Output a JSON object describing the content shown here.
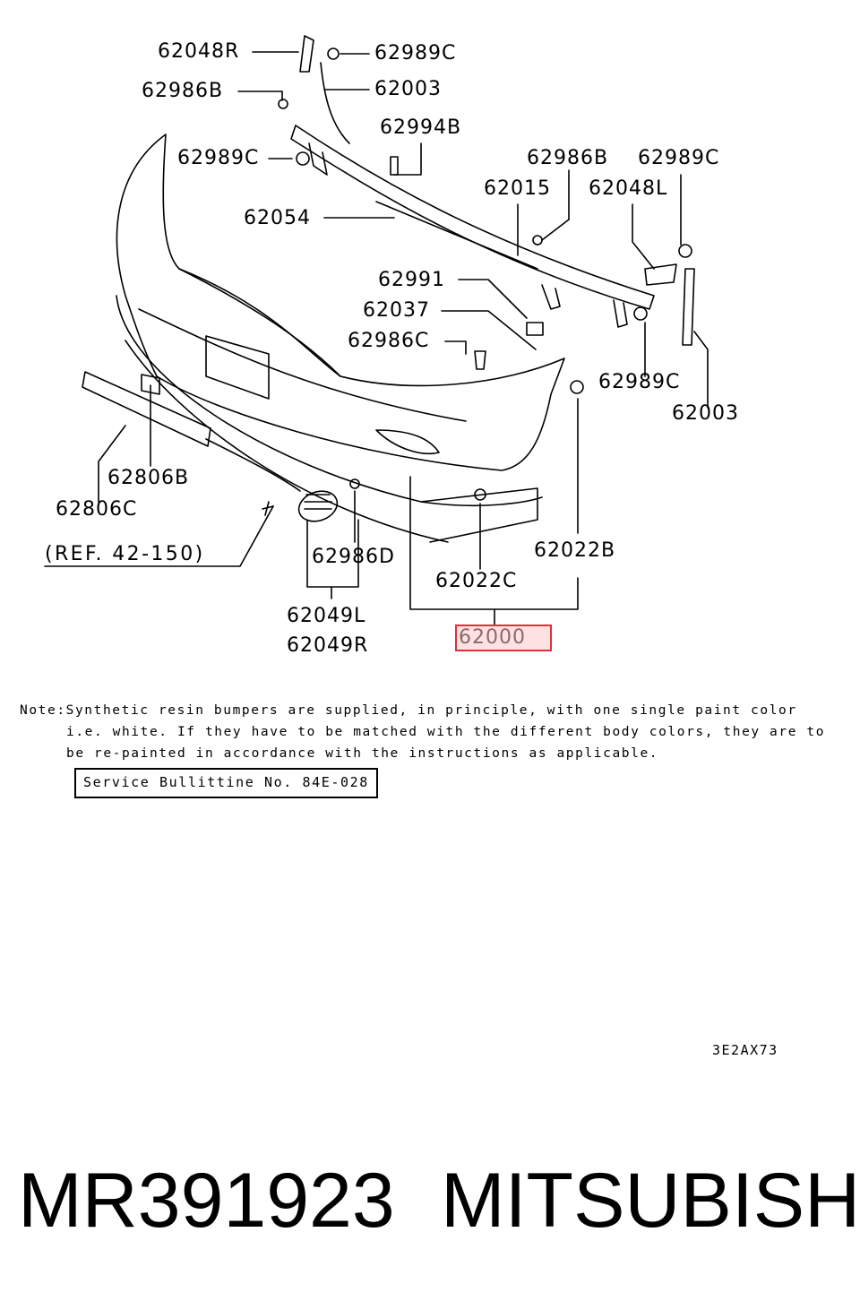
{
  "labels": {
    "p62048R": "62048R",
    "p62989C_a": "62989C",
    "p62986B_a": "62986B",
    "p62003_a": "62003",
    "p62994B": "62994B",
    "p62989C_b": "62989C",
    "p62986B_b": "62986B",
    "p62989C_c": "62989C",
    "p62015": "62015",
    "p62048L": "62048L",
    "p62054": "62054",
    "p62991": "62991",
    "p62037": "62037",
    "p62986C": "62986C",
    "p62989C_d": "62989C",
    "p62003_b": "62003",
    "p62806B": "62806B",
    "p62806C": "62806C",
    "ref": "(REF. 42-150)",
    "p62986D": "62986D",
    "p62022B": "62022B",
    "p62022C": "62022C",
    "p62049L": "62049L",
    "p62049R": "62049R",
    "p62000": "62000"
  },
  "note": {
    "line1": "Note:Synthetic resin bumpers are supplied, in principle, with one single paint color",
    "line2": "i.e. white. If they have to be matched with the different body colors, they are to",
    "line3": "be re-painted in accordance with the instructions as applicable."
  },
  "bulletin": "Service Bullittine No. 84E-028",
  "diagram_code": "3E2AX73",
  "footer": {
    "part_number": "MR391923",
    "brand": "MITSUBISHI"
  },
  "colors": {
    "highlight_border": "#e0303a",
    "highlight_fill": "#fde2e3"
  }
}
